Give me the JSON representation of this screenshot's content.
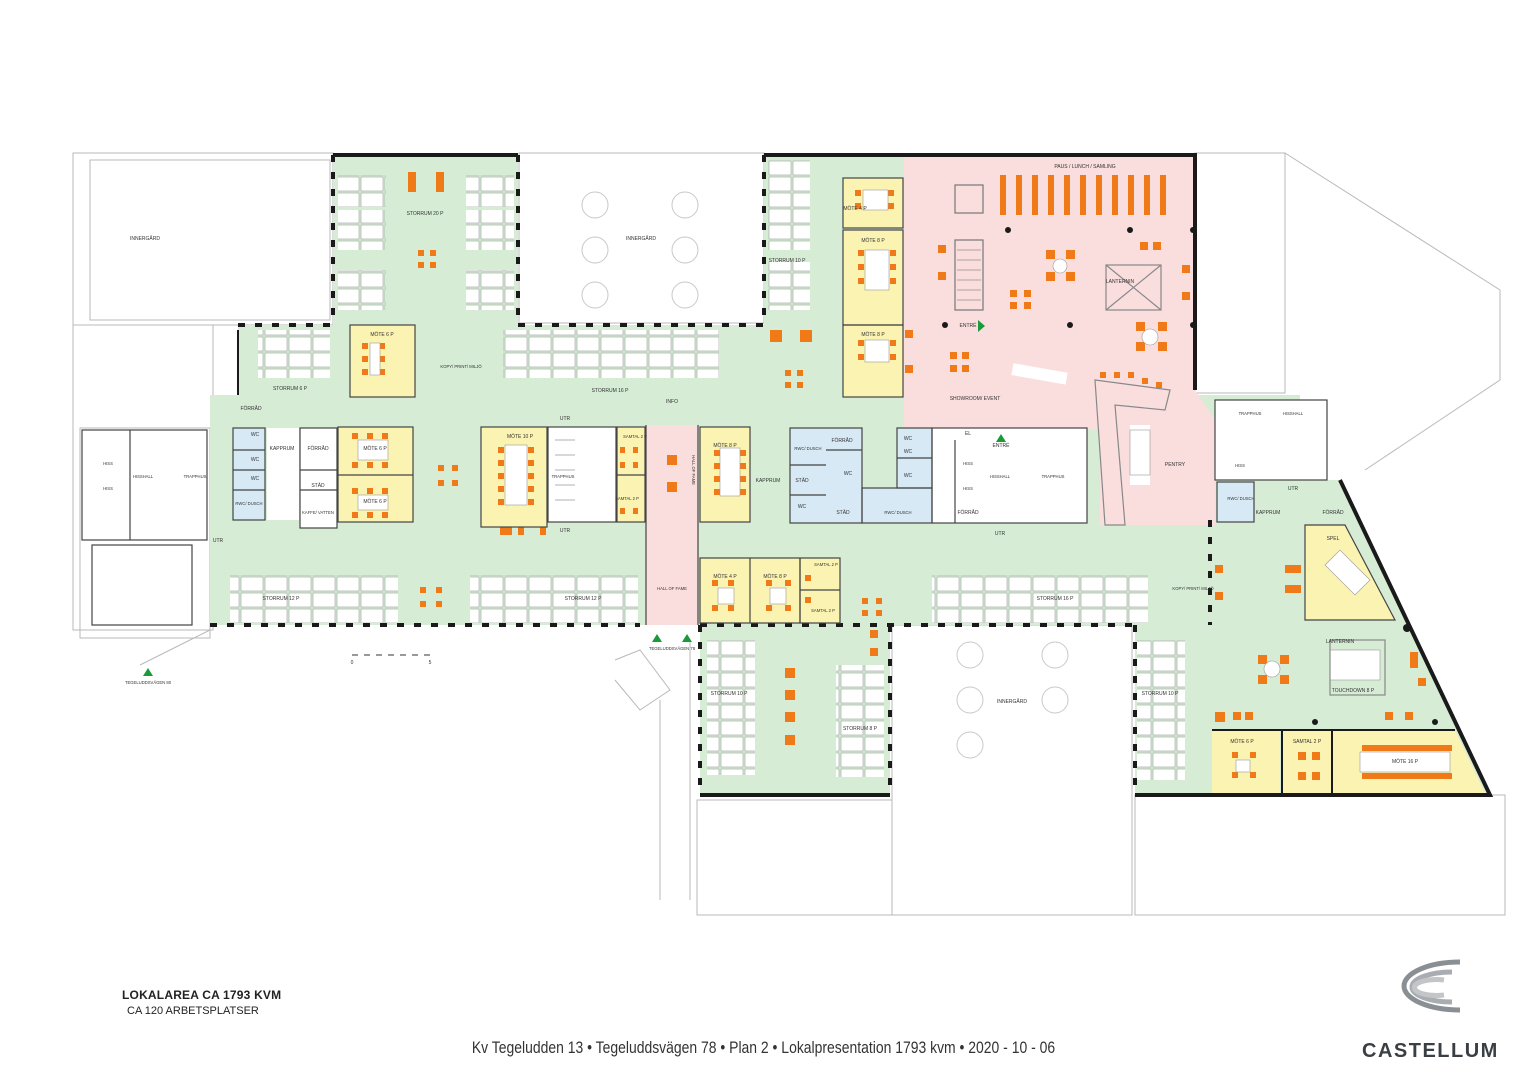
{
  "colors": {
    "green": "#d6ecd5",
    "yellow": "#fbf3b2",
    "pink": "#f9dedd",
    "blue": "#d7e9f5",
    "orange": "#f07a18",
    "wall": "#1a1a1a"
  },
  "rooms": {
    "storrum20": "STORRUM 20 P",
    "innergard1": "INNERGÅRD",
    "innergard2": "INNERGÅRD",
    "innergard3": "INNERGÅRD",
    "storrum10a": "STORRUM 10 P",
    "mote4a": "MÖTE 4 P",
    "mote8a": "MÖTE 8 P",
    "mote8b": "MÖTE 8 P",
    "paus": "PAUS / LUNCH / SAMLING",
    "lanternin1": "LANTERNIN",
    "lanternin2": "LANTERNIN",
    "entre1": "ENTRÉ",
    "entre2": "ENTRÉ",
    "showroom": "SHOWROOM/ EVENT",
    "storrum6": "STORRUM 6 P",
    "mote6a": "MÖTE 6 P",
    "kopy1": "KOPY/ PRINT/ MILJÖ",
    "kopy2": "KOPY/ PRINT/ MILJÖ",
    "storrum16a": "STORRUM 16 P",
    "info": "INFO",
    "forrad1": "FÖRRÅD",
    "forrad2": "FÖRRÅD",
    "forrad3": "FÖRRÅD",
    "forrad4": "FÖRRÅD",
    "forrad5": "FÖRRÅD",
    "wc1": "WC",
    "wc2": "WC",
    "wc3": "WC",
    "wc4": "WC",
    "wc5": "WC",
    "wc6": "WC",
    "wc7": "WC",
    "wc8": "WC",
    "rwc1": "RWC/ DUSCH",
    "rwc2": "RWC/ DUSCH",
    "rwc3": "RWC/ DUSCH",
    "rwc4": "RWC/ DUSCH",
    "kapprum1": "KAPPRUM",
    "kapprum2": "KAPPRUM",
    "kapprum3": "KAPPRUM",
    "mote6b": "MÖTE 6 P",
    "mote6c": "MÖTE 6 P",
    "stad1": "STÄD",
    "stad2": "STÄD",
    "stad3": "STÄD",
    "kaffe": "KAFFE/ VATTEN",
    "utr1": "UTR",
    "utr2": "UTR",
    "utr3": "UTR",
    "utr4": "UTR",
    "utr5": "UTR",
    "mote10": "MÖTE 10 P",
    "trapphus1": "TRAPPHUS",
    "trapphus2": "TRAPPHUS",
    "trapphus3": "TRAPPHUS",
    "trapphus4": "TRAPPHUS",
    "samtal1": "SAMTAL 2 P",
    "samtal2": "SAMTAL 2 P",
    "samtal3": "SAMTAL 2 P",
    "samtal4": "SAMTAL 2 P",
    "samtal5": "SAMTAL 2 P",
    "hallfame1": "HALL OF FAME",
    "hallfame2": "HALL OF FAME",
    "mote8c": "MÖTE 8 P",
    "hisshall1": "HISSHALL",
    "hisshall2": "HISSHALL",
    "hisshall3": "HISSHALL",
    "hiss1": "HISS",
    "hiss2": "HISS",
    "hiss3": "HISS",
    "hiss4": "HISS",
    "hiss5": "HISS",
    "el": "EL",
    "pentry": "PENTRY",
    "storrum12a": "STORRUM 12 P",
    "storrum12b": "STORRUM 12 P",
    "mote4b": "MÖTE 4 P",
    "mote8d": "MÖTE 8 P",
    "storrum16b": "STORRUM 16 P",
    "spel": "SPEL",
    "touchdown": "TOUCHDOWN 8 P",
    "storrum10b": "STORRUM 10 P",
    "storrum8": "STORRUM 8 P",
    "storrum10c": "STORRUM 10 P",
    "mote6d": "MÖTE 6 P",
    "mote16": "MÖTE 16 P",
    "entrance1": "TEGELUDDSVÄGEN 80",
    "entrance2": "TEGELUDDSVÄGEN 78"
  },
  "scale": {
    "zero": "0",
    "five": "5"
  },
  "summary": {
    "area": "LOKALAREA CA 1793 KVM",
    "workplaces": "CA 120 ARBETSPLATSER"
  },
  "footer": "Kv Tegeludden 13 • Tegeluddsvägen 78 • Plan 2 • Lokalpresentation 1793 kvm • 2020 - 10 - 06",
  "logo": {
    "text": "CASTELLUM"
  }
}
